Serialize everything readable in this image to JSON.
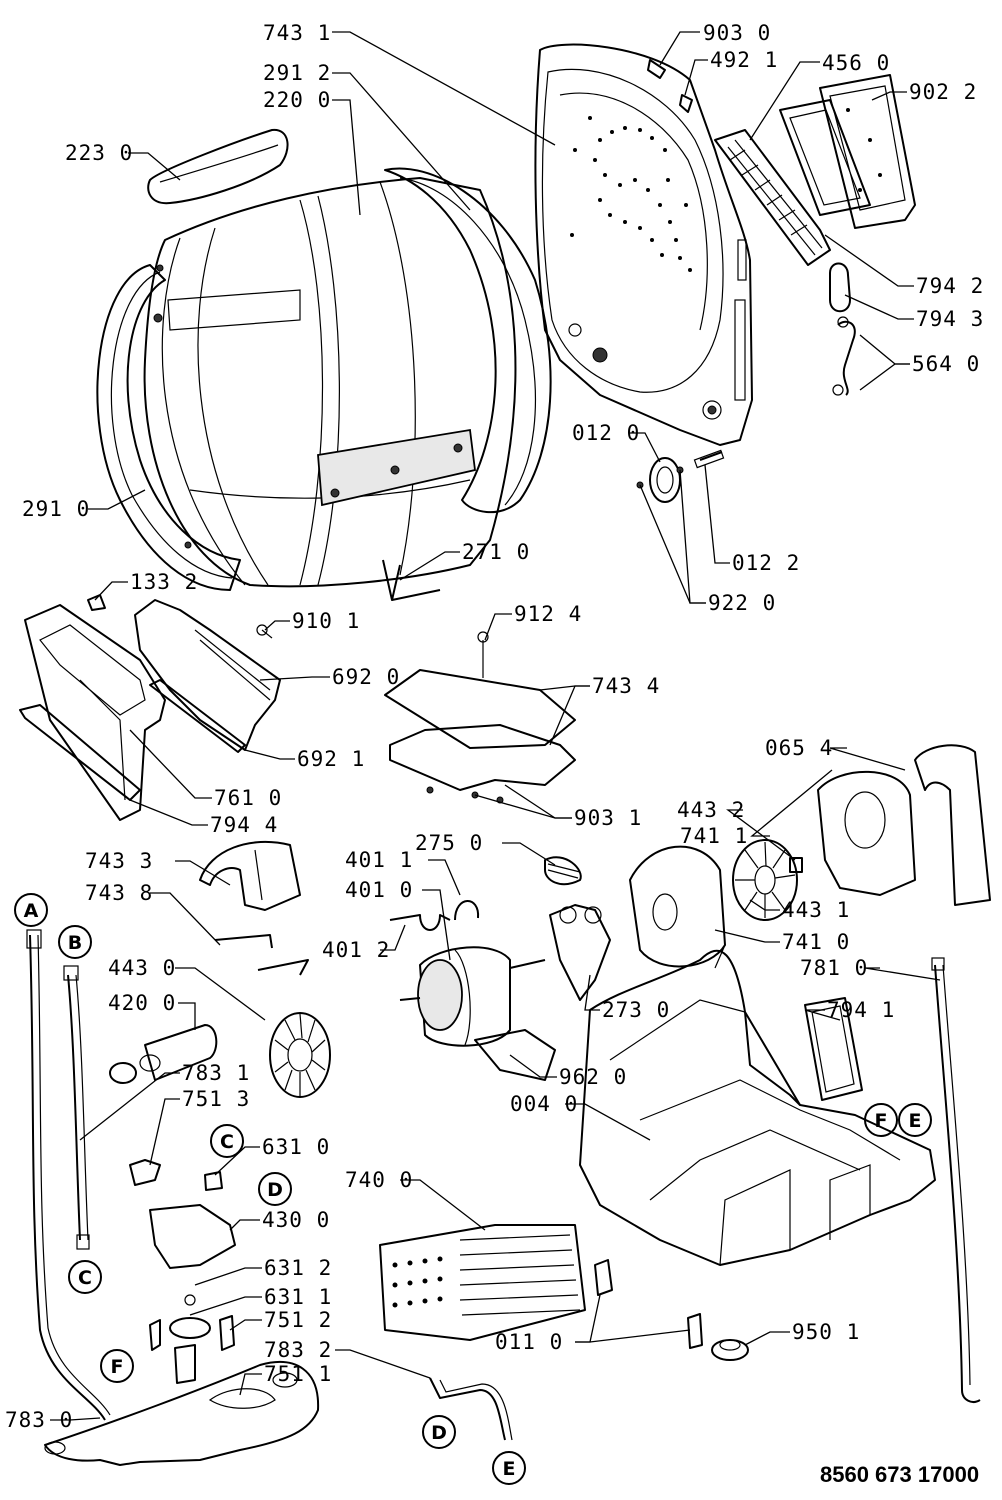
{
  "diagram": {
    "doc_number": "8560 673 17000",
    "part_labels": [
      "743 1",
      "903 0",
      "291 2",
      "492 1",
      "456 0",
      "902 2",
      "220 0",
      "223 0",
      "794 2",
      "794 3",
      "564 0",
      "012 0",
      "291 0",
      "012 2",
      "271 0",
      "922 0",
      "133 2",
      "910 1",
      "912 4",
      "692 0",
      "743 4",
      "692 1",
      "065 4",
      "761 0",
      "903 1",
      "794 4",
      "741 1",
      "443 2",
      "275 0",
      "401 1",
      "743 3",
      "401 0",
      "443 1",
      "743 8",
      "401 2",
      "741 0",
      "781 0",
      "443 0",
      "420 0",
      "273 0",
      "794 1",
      "783 1",
      "962 0",
      "751 3",
      "004 0",
      "631 0",
      "740 0",
      "430 0",
      "631 2",
      "011 0",
      "631 1",
      "950 1",
      "751 2",
      "783 2",
      "751 1",
      "783 0"
    ],
    "connectors": [
      "A",
      "B",
      "C",
      "D",
      "C",
      "F",
      "E",
      "F",
      "D",
      "E"
    ]
  }
}
